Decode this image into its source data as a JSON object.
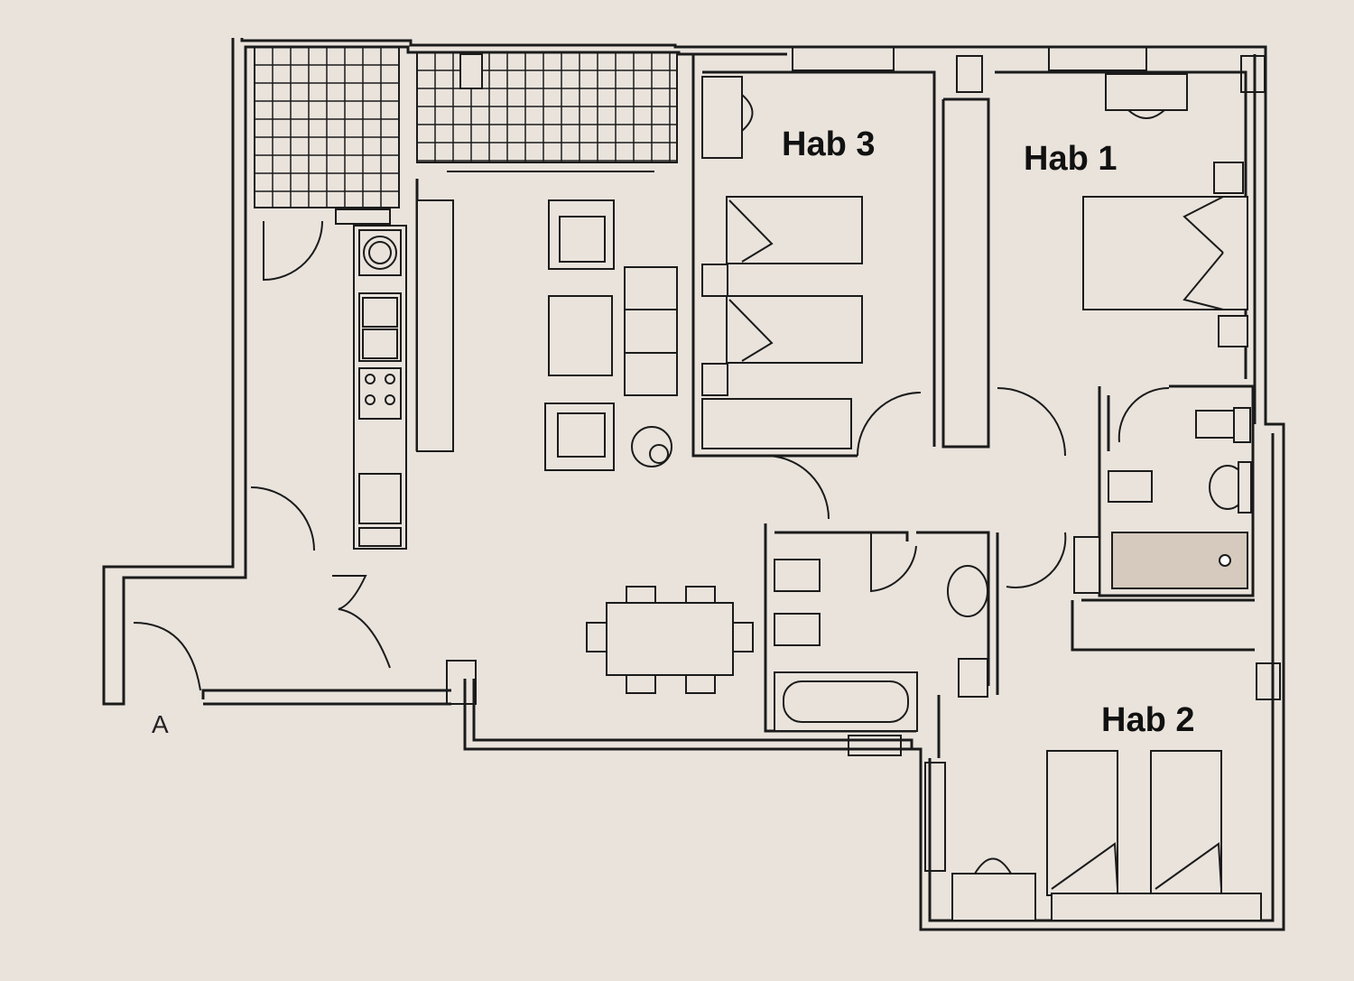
{
  "labels": {
    "hab3": "Hab 3",
    "hab1": "Hab 1",
    "hab2": "Hab 2",
    "entrance": "A"
  },
  "colors": {
    "paper": "#e9e3dc",
    "ink": "#1b1b1b",
    "bathtub_fill": "#d5cabd"
  }
}
